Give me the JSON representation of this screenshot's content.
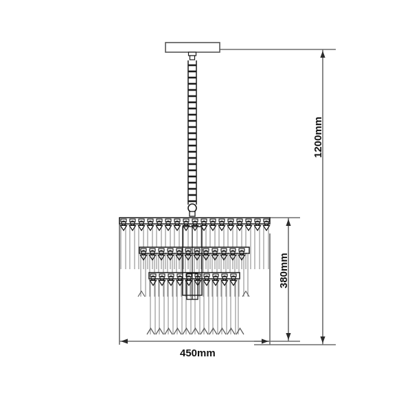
{
  "drawing": {
    "title": "Chandelier dimension drawing",
    "background_color": "#ffffff",
    "line_color": "#555555",
    "detail_color": "#1a1a1a"
  },
  "dimensions": {
    "total_height": "1200mm",
    "shade_height": "380mm",
    "shade_width": "450mm"
  },
  "product": {
    "ceiling_plate": "ceiling-canopy",
    "suspension": "chain",
    "tier_count": 3,
    "tiers": [
      {
        "name": "top-tier",
        "crystal_count": 17
      },
      {
        "name": "middle-tier",
        "crystal_count": 13
      },
      {
        "name": "bottom-tier",
        "crystal_count": 10
      }
    ]
  }
}
